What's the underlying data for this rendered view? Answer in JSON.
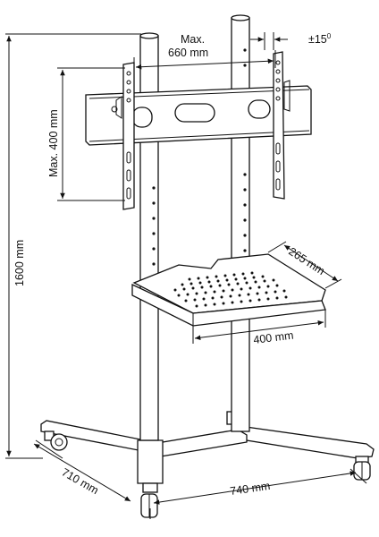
{
  "labels": {
    "max_vesa_width": [
      "Max.",
      "660 mm"
    ],
    "tilt": "±15",
    "tilt_degree": "0",
    "max_vesa_height": "Max. 400 mm",
    "total_height": "1600 mm",
    "shelf_depth": "265 mm",
    "shelf_width": "400 mm",
    "base_depth": "710 mm",
    "base_width": "740 mm"
  },
  "colors": {
    "line": "#111111",
    "background": "#ffffff"
  }
}
